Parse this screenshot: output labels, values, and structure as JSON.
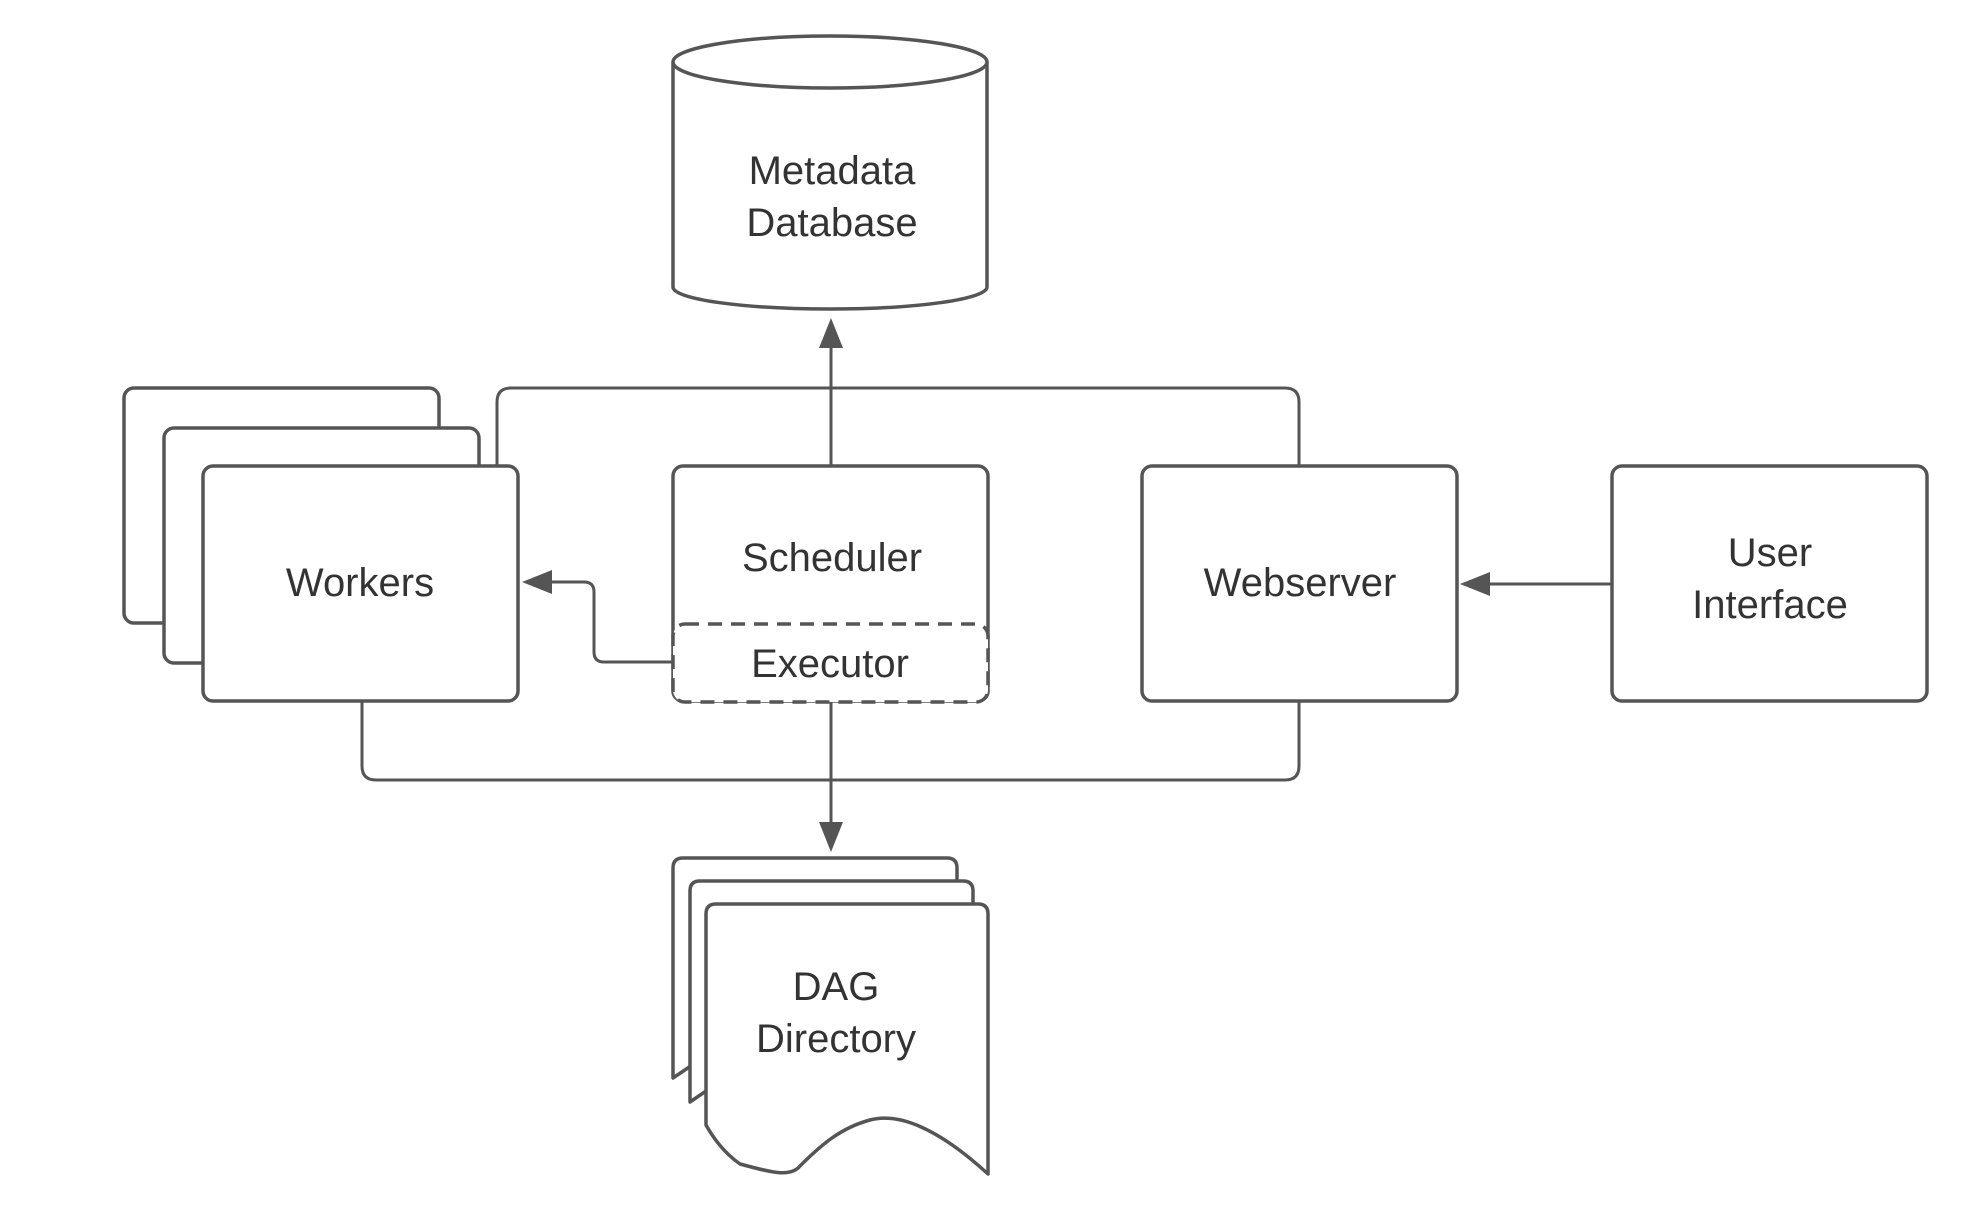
{
  "nodes": {
    "metadata_database": {
      "lines": [
        "Metadata",
        "Database"
      ]
    },
    "workers": {
      "label": "Workers"
    },
    "scheduler": {
      "label": "Scheduler"
    },
    "executor": {
      "label": "Executor"
    },
    "webserver": {
      "label": "Webserver"
    },
    "user_interface": {
      "lines": [
        "User",
        "Interface"
      ]
    },
    "dag_directory": {
      "lines": [
        "DAG",
        "Directory"
      ]
    }
  },
  "colors": {
    "stroke": "#555555",
    "text": "#333333",
    "background": "#ffffff"
  }
}
